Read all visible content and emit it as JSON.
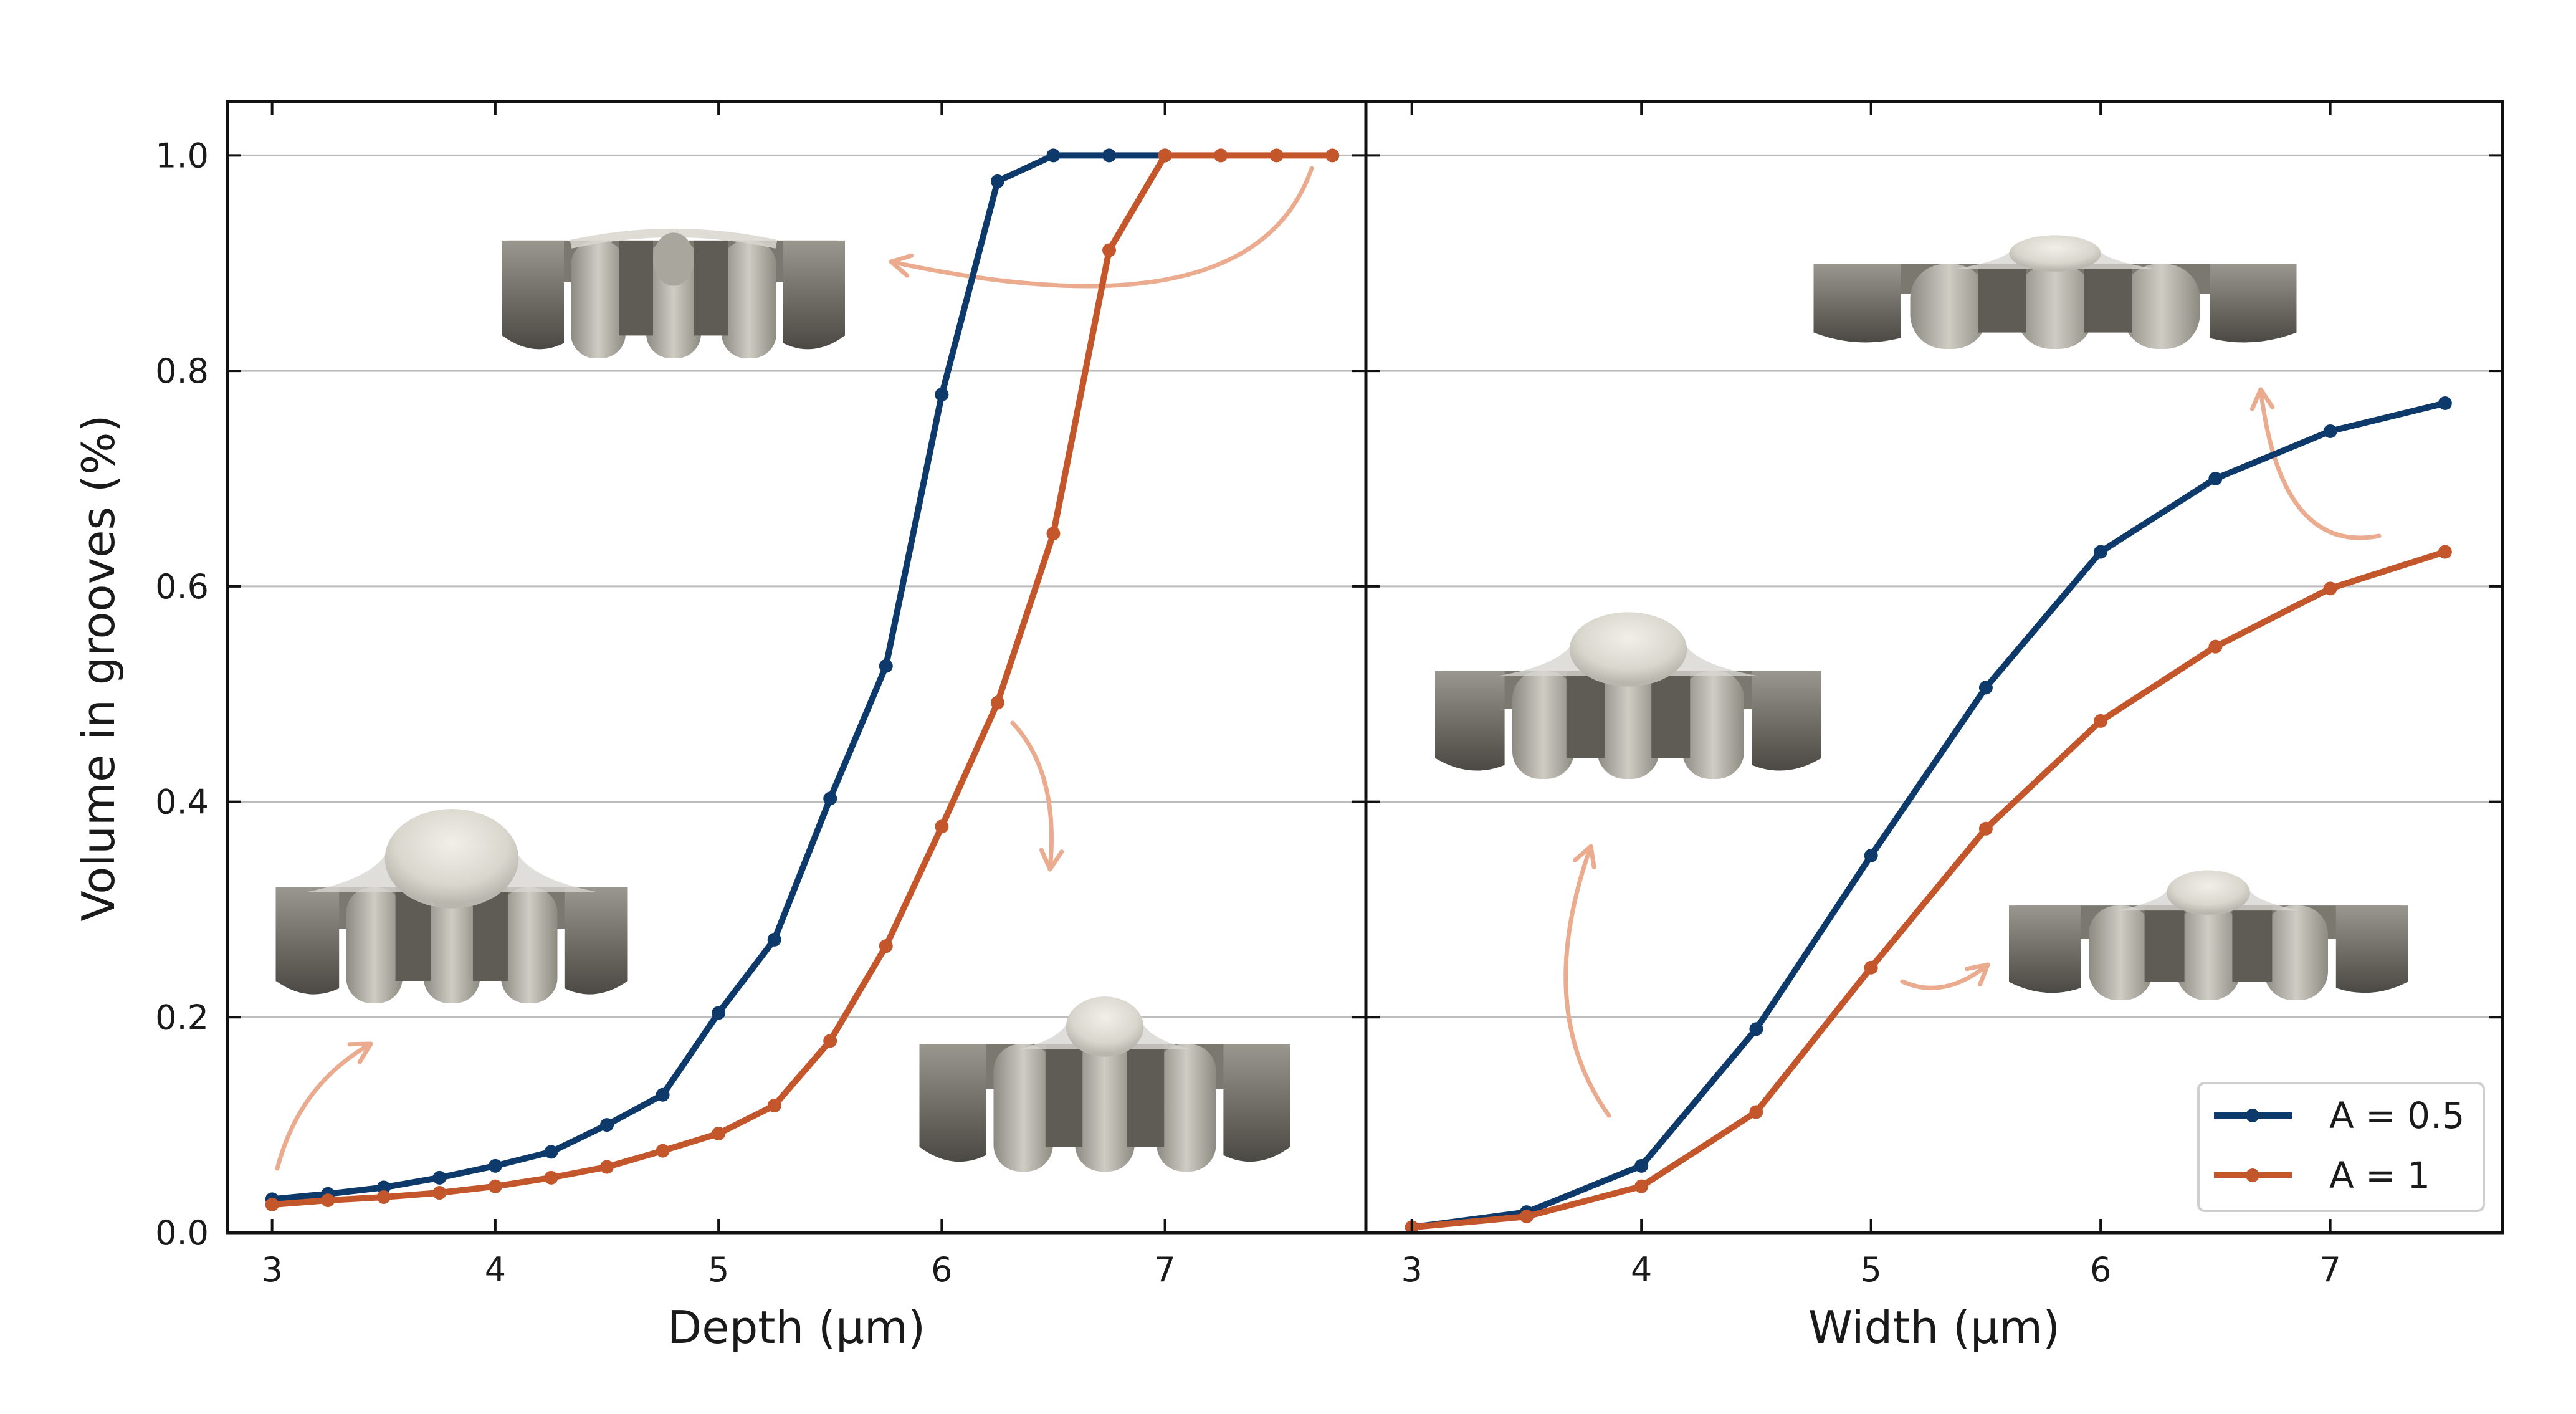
{
  "colors": {
    "series_a05": "#0d3a6b",
    "series_a1": "#c4562b",
    "arrow": "#ebab8f",
    "grid": "#bdbdbd",
    "frame": "#111111",
    "groove_dark": "#5b5953",
    "groove_mid": "#8a8780",
    "groove_light": "#b7b4ac",
    "drop_light": "#dedbd3",
    "drop_glass": "#d8d6d2"
  },
  "legend": {
    "items": [
      {
        "label": "A = 0.5",
        "color_key": "series_a05"
      },
      {
        "label": "A = 1",
        "color_key": "series_a1"
      }
    ],
    "placement": "lower-right of right panel"
  },
  "chart_data": [
    {
      "type": "line",
      "panel": "left",
      "xlabel": "Depth (μm)",
      "ylabel": "Volume in grooves (%)",
      "xlim": [
        2.8,
        7.9
      ],
      "ylim": [
        0.0,
        1.05
      ],
      "xticks": [
        "3",
        "4",
        "5",
        "6",
        "7"
      ],
      "yticks": [
        "0.0",
        "0.2",
        "0.4",
        "0.6",
        "0.8",
        "1.0"
      ],
      "grid": "horizontal",
      "series": [
        {
          "name": "A = 0.5",
          "x": [
            3.0,
            3.25,
            3.5,
            3.75,
            4.0,
            4.25,
            4.5,
            4.75,
            5.0,
            5.25,
            5.5,
            5.75,
            6.0,
            6.25,
            6.5,
            6.75,
            7.0
          ],
          "y": [
            0.031,
            0.036,
            0.042,
            0.051,
            0.062,
            0.075,
            0.1,
            0.128,
            0.204,
            0.272,
            0.403,
            0.526,
            0.778,
            0.976,
            1.0,
            1.0,
            1.0
          ]
        },
        {
          "name": "A = 1",
          "x": [
            3.0,
            3.25,
            3.5,
            3.75,
            4.0,
            4.25,
            4.5,
            4.75,
            5.0,
            5.25,
            5.5,
            5.75,
            6.0,
            6.25,
            6.5,
            6.75,
            7.0,
            7.25,
            7.5,
            7.75
          ],
          "y": [
            0.026,
            0.03,
            0.033,
            0.037,
            0.043,
            0.051,
            0.061,
            0.076,
            0.092,
            0.118,
            0.178,
            0.266,
            0.377,
            0.492,
            0.649,
            0.912,
            1.0,
            1.0,
            1.0,
            1.0
          ]
        }
      ]
    },
    {
      "type": "line",
      "panel": "right",
      "xlabel": "Width (μm)",
      "ylabel": "",
      "xlim": [
        2.8,
        7.75
      ],
      "ylim": [
        0.0,
        1.05
      ],
      "xticks": [
        "3",
        "4",
        "5",
        "6",
        "7"
      ],
      "yticks": [
        "0.0",
        "0.2",
        "0.4",
        "0.6",
        "0.8",
        "1.0"
      ],
      "grid": "horizontal",
      "series": [
        {
          "name": "A = 0.5",
          "x": [
            3.0,
            3.5,
            4.0,
            4.5,
            5.0,
            5.5,
            6.0,
            6.5,
            7.0,
            7.5
          ],
          "y": [
            0.005,
            0.019,
            0.062,
            0.189,
            0.35,
            0.506,
            0.632,
            0.7,
            0.744,
            0.77
          ]
        },
        {
          "name": "A = 1",
          "x": [
            3.0,
            3.5,
            4.0,
            4.5,
            5.0,
            5.5,
            6.0,
            6.5,
            7.0,
            7.5
          ],
          "y": [
            0.005,
            0.015,
            0.043,
            0.112,
            0.246,
            0.375,
            0.475,
            0.544,
            0.598,
            0.632
          ]
        }
      ]
    }
  ],
  "insets": [
    {
      "panel": "left",
      "description_icon": "droplet-in-grooves-icon",
      "drop": "none"
    },
    {
      "panel": "left",
      "description_icon": "droplet-in-grooves-icon",
      "drop": "large"
    },
    {
      "panel": "left",
      "description_icon": "droplet-in-grooves-icon",
      "drop": "medium"
    },
    {
      "panel": "right",
      "description_icon": "droplet-in-grooves-icon",
      "drop": "small"
    },
    {
      "panel": "right",
      "description_icon": "droplet-in-grooves-icon",
      "drop": "large"
    },
    {
      "panel": "right",
      "description_icon": "droplet-in-grooves-icon",
      "drop": "medium"
    }
  ]
}
